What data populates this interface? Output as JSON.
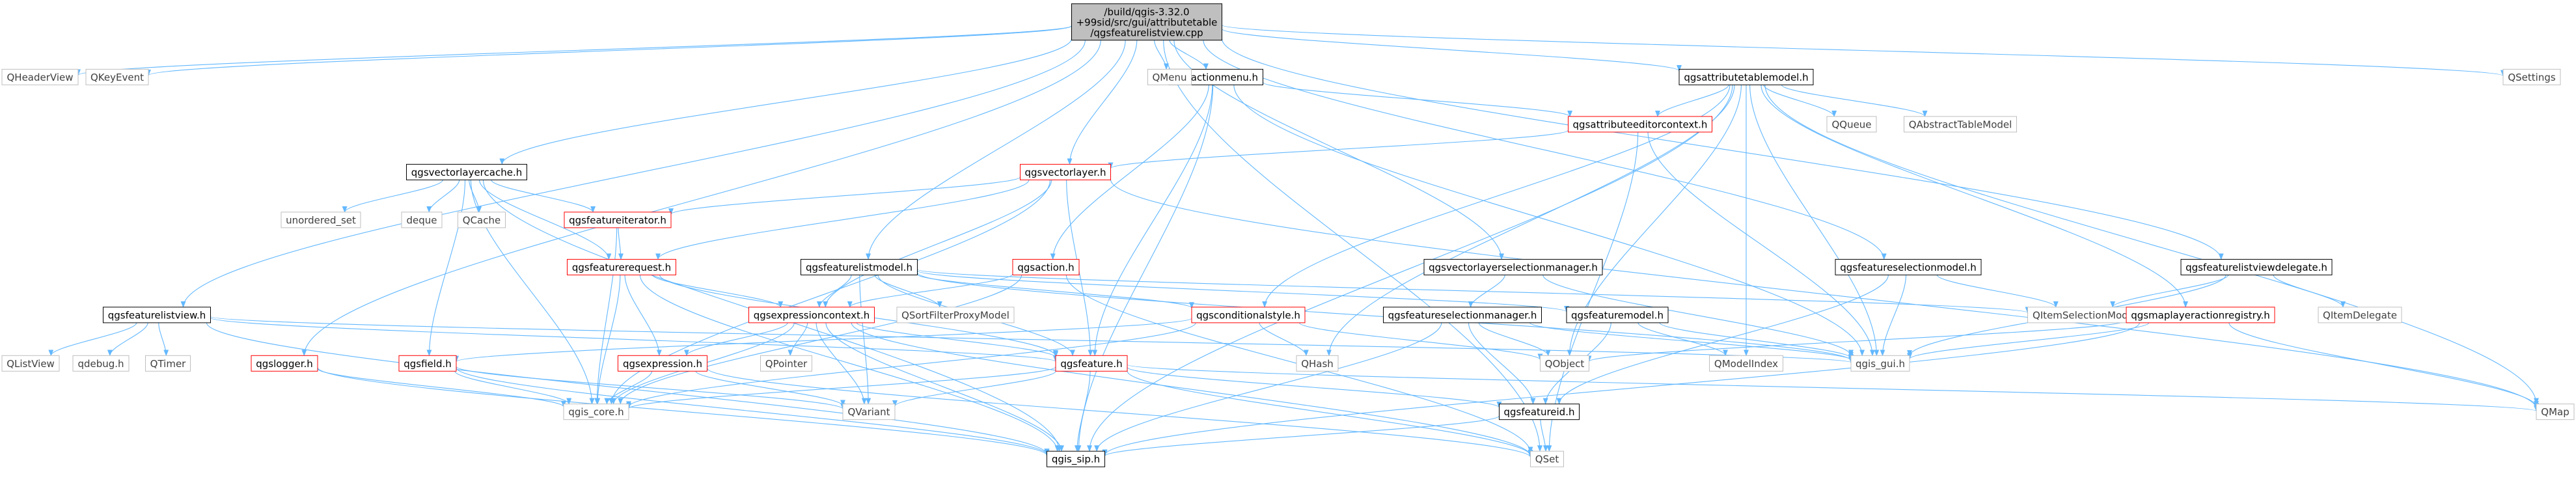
{
  "diagram": {
    "colors": {
      "edge": "#63b8ff",
      "box_stroke_linked": "#000000",
      "box_stroke_external": "#bfbfbf",
      "box_stroke_incomplete": "#ff0000",
      "root_fill": "#bfbfbf",
      "text_linked": "#000000",
      "text_external": "#404040"
    },
    "nodes": [
      {
        "id": "root",
        "lines": [
          "/build/qgis-3.32.0",
          "+99sid/src/gui/attributetable",
          "/qgsfeaturelistview.cpp"
        ],
        "kind": "root"
      },
      {
        "id": "qheaderview",
        "lines": [
          "QHeaderView"
        ],
        "kind": "external"
      },
      {
        "id": "qkeyevent",
        "lines": [
          "QKeyEvent"
        ],
        "kind": "external"
      },
      {
        "id": "qgsactionmenu_h",
        "lines": [
          "qgsactionmenu.h"
        ],
        "kind": "linked"
      },
      {
        "id": "qmenu",
        "lines": [
          "QMenu"
        ],
        "kind": "external"
      },
      {
        "id": "qgsattributetablemodel_h",
        "lines": [
          "qgsattributetablemodel.h"
        ],
        "kind": "linked"
      },
      {
        "id": "qsettings",
        "lines": [
          "QSettings"
        ],
        "kind": "external"
      },
      {
        "id": "qgsattributeeditorcontext_h",
        "lines": [
          "qgsattributeeditorcontext.h"
        ],
        "kind": "incomplete"
      },
      {
        "id": "qqueue",
        "lines": [
          "QQueue"
        ],
        "kind": "external"
      },
      {
        "id": "qabstracttablemodel",
        "lines": [
          "QAbstractTableModel"
        ],
        "kind": "external"
      },
      {
        "id": "qgsvectorlayer_h",
        "lines": [
          "qgsvectorlayer.h"
        ],
        "kind": "incomplete"
      },
      {
        "id": "qgsvectorlayercache_h",
        "lines": [
          "qgsvectorlayercache.h"
        ],
        "kind": "linked"
      },
      {
        "id": "unordered_set",
        "lines": [
          "unordered_set"
        ],
        "kind": "external"
      },
      {
        "id": "deque",
        "lines": [
          "deque"
        ],
        "kind": "external"
      },
      {
        "id": "qcache",
        "lines": [
          "QCache"
        ],
        "kind": "external"
      },
      {
        "id": "qgsfeatureiterator_h",
        "lines": [
          "qgsfeatureiterator.h"
        ],
        "kind": "incomplete"
      },
      {
        "id": "qgsfeaturerequest_h",
        "lines": [
          "qgsfeaturerequest.h"
        ],
        "kind": "incomplete"
      },
      {
        "id": "qgsfeaturelistmodel_h",
        "lines": [
          "qgsfeaturelistmodel.h"
        ],
        "kind": "linked"
      },
      {
        "id": "qgsaction_h",
        "lines": [
          "qgsaction.h"
        ],
        "kind": "incomplete"
      },
      {
        "id": "qgsvectorlayerselectionmanager_h",
        "lines": [
          "qgsvectorlayerselectionmanager.h"
        ],
        "kind": "linked"
      },
      {
        "id": "qgsfeatureselectionmodel_h",
        "lines": [
          "qgsfeatureselectionmodel.h"
        ],
        "kind": "linked"
      },
      {
        "id": "qgsfeaturelistviewdelegate_h",
        "lines": [
          "qgsfeaturelistviewdelegate.h"
        ],
        "kind": "linked"
      },
      {
        "id": "qgsfeaturelistview_h",
        "lines": [
          "qgsfeaturelistview.h"
        ],
        "kind": "linked"
      },
      {
        "id": "qgsexpressioncontext_h",
        "lines": [
          "qgsexpressioncontext.h"
        ],
        "kind": "incomplete"
      },
      {
        "id": "qsortfilterproxymodel",
        "lines": [
          "QSortFilterProxyModel"
        ],
        "kind": "external"
      },
      {
        "id": "qgsconditionalstyle_h",
        "lines": [
          "qgsconditionalstyle.h"
        ],
        "kind": "incomplete"
      },
      {
        "id": "qgsfeatureselectionmanager_h",
        "lines": [
          "qgsfeatureselectionmanager.h"
        ],
        "kind": "linked"
      },
      {
        "id": "qgsfeaturemodel_h",
        "lines": [
          "qgsfeaturemodel.h"
        ],
        "kind": "linked"
      },
      {
        "id": "qitemselectionmodel",
        "lines": [
          "QItemSelectionModel"
        ],
        "kind": "external"
      },
      {
        "id": "qgsmaplayeractionregistry_h",
        "lines": [
          "qgsmaplayeractionregistry.h"
        ],
        "kind": "incomplete"
      },
      {
        "id": "qitemdelegate",
        "lines": [
          "QItemDelegate"
        ],
        "kind": "external"
      },
      {
        "id": "qlistview",
        "lines": [
          "QListView"
        ],
        "kind": "external"
      },
      {
        "id": "qdebug_h",
        "lines": [
          "qdebug.h"
        ],
        "kind": "external"
      },
      {
        "id": "qtimer",
        "lines": [
          "QTimer"
        ],
        "kind": "external"
      },
      {
        "id": "qgslogger_h",
        "lines": [
          "qgslogger.h"
        ],
        "kind": "incomplete"
      },
      {
        "id": "qgsfield_h",
        "lines": [
          "qgsfield.h"
        ],
        "kind": "incomplete"
      },
      {
        "id": "qgsexpression_h",
        "lines": [
          "qgsexpression.h"
        ],
        "kind": "incomplete"
      },
      {
        "id": "qpointer",
        "lines": [
          "QPointer"
        ],
        "kind": "external"
      },
      {
        "id": "qgsfeature_h",
        "lines": [
          "qgsfeature.h"
        ],
        "kind": "incomplete"
      },
      {
        "id": "qhash",
        "lines": [
          "QHash"
        ],
        "kind": "external"
      },
      {
        "id": "qobject",
        "lines": [
          "QObject"
        ],
        "kind": "external"
      },
      {
        "id": "qmodelindex",
        "lines": [
          "QModelIndex"
        ],
        "kind": "external"
      },
      {
        "id": "qgis_gui_h",
        "lines": [
          "qgis_gui.h"
        ],
        "kind": "external"
      },
      {
        "id": "qgis_core_h",
        "lines": [
          "qgis_core.h"
        ],
        "kind": "external"
      },
      {
        "id": "qvariant",
        "lines": [
          "QVariant"
        ],
        "kind": "external"
      },
      {
        "id": "qgsfeatureid_h",
        "lines": [
          "qgsfeatureid.h"
        ],
        "kind": "linked"
      },
      {
        "id": "qmap",
        "lines": [
          "QMap"
        ],
        "kind": "external"
      },
      {
        "id": "qgis_sip_h",
        "lines": [
          "qgis_sip.h"
        ],
        "kind": "linked"
      },
      {
        "id": "qset",
        "lines": [
          "QSet"
        ],
        "kind": "external"
      }
    ],
    "edges": [
      [
        "root",
        "qheaderview"
      ],
      [
        "root",
        "qkeyevent"
      ],
      [
        "root",
        "qgsactionmenu_h"
      ],
      [
        "root",
        "qmenu"
      ],
      [
        "root",
        "qgsattributetablemodel_h"
      ],
      [
        "root",
        "qsettings"
      ],
      [
        "root",
        "qgsvectorlayer_h"
      ],
      [
        "root",
        "qgsvectorlayercache_h"
      ],
      [
        "root",
        "qgsfeaturelistmodel_h"
      ],
      [
        "root",
        "qgsvectorlayerselectionmanager_h"
      ],
      [
        "root",
        "qgsfeatureselectionmodel_h"
      ],
      [
        "root",
        "qgsfeaturelistviewdelegate_h"
      ],
      [
        "root",
        "qgsfeaturelistview_h"
      ],
      [
        "root",
        "qgslogger_h"
      ],
      [
        "root",
        "qset"
      ],
      [
        "qgsactionmenu_h",
        "qmenu"
      ],
      [
        "qgsactionmenu_h",
        "qgsattributeeditorcontext_h"
      ],
      [
        "qgsactionmenu_h",
        "qgsaction_h"
      ],
      [
        "qgsactionmenu_h",
        "qgsfeature_h"
      ],
      [
        "qgsactionmenu_h",
        "qgis_gui_h"
      ],
      [
        "qgsactionmenu_h",
        "qgis_sip_h"
      ],
      [
        "qgsattributetablemodel_h",
        "qgsattributeeditorcontext_h"
      ],
      [
        "qgsattributetablemodel_h",
        "qqueue"
      ],
      [
        "qgsattributetablemodel_h",
        "qabstracttablemodel"
      ],
      [
        "qgsattributetablemodel_h",
        "qgsconditionalstyle_h"
      ],
      [
        "qgsattributetablemodel_h",
        "qgsmaplayeractionregistry_h"
      ],
      [
        "qgsattributetablemodel_h",
        "qhash"
      ],
      [
        "qgsattributetablemodel_h",
        "qobject"
      ],
      [
        "qgsattributetablemodel_h",
        "qmodelindex"
      ],
      [
        "qgsattributetablemodel_h",
        "qgis_gui_h"
      ],
      [
        "qgsattributetablemodel_h",
        "qgis_sip_h"
      ],
      [
        "qgsattributetablemodel_h",
        "qmap"
      ],
      [
        "qgsattributeeditorcontext_h",
        "qgsvectorlayer_h"
      ],
      [
        "qgsattributeeditorcontext_h",
        "qgis_gui_h"
      ],
      [
        "qgsattributeeditorcontext_h",
        "qset"
      ],
      [
        "qgsvectorlayer_h",
        "qgsfeatureiterator_h"
      ],
      [
        "qgsvectorlayer_h",
        "qgsfeaturerequest_h"
      ],
      [
        "qgsvectorlayer_h",
        "qgsexpressioncontext_h"
      ],
      [
        "qgsvectorlayer_h",
        "qgsfeature_h"
      ],
      [
        "qgsvectorlayer_h",
        "qgis_core_h"
      ],
      [
        "qgsvectorlayer_h",
        "qmap"
      ],
      [
        "qgsvectorlayercache_h",
        "unordered_set"
      ],
      [
        "qgsvectorlayercache_h",
        "deque"
      ],
      [
        "qgsvectorlayercache_h",
        "qcache"
      ],
      [
        "qgsvectorlayercache_h",
        "qgsfeatureiterator_h"
      ],
      [
        "qgsvectorlayercache_h",
        "qgsfeaturerequest_h"
      ],
      [
        "qgsvectorlayercache_h",
        "qgsfield_h"
      ],
      [
        "qgsvectorlayercache_h",
        "qgis_core_h"
      ],
      [
        "qgsvectorlayercache_h",
        "qgis_sip_h"
      ],
      [
        "qgsfeatureiterator_h",
        "qgsfeaturerequest_h"
      ],
      [
        "qgsfeatureiterator_h",
        "qgis_core_h"
      ],
      [
        "qgsfeaturerequest_h",
        "qgsexpressioncontext_h"
      ],
      [
        "qgsfeaturerequest_h",
        "qgsexpression_h"
      ],
      [
        "qgsfeaturerequest_h",
        "qgsfeature_h"
      ],
      [
        "qgsfeaturerequest_h",
        "qgis_core_h"
      ],
      [
        "qgsfeaturerequest_h",
        "qgis_sip_h"
      ],
      [
        "qgsfeaturelistmodel_h",
        "qgsexpressioncontext_h"
      ],
      [
        "qgsfeaturelistmodel_h",
        "qsortfilterproxymodel"
      ],
      [
        "qgsfeaturelistmodel_h",
        "qgsconditionalstyle_h"
      ],
      [
        "qgsfeaturelistmodel_h",
        "qgsfeaturemodel_h"
      ],
      [
        "qgsfeaturelistmodel_h",
        "qitemselectionmodel"
      ],
      [
        "qgsfeaturelistmodel_h",
        "qgsfeature_h"
      ],
      [
        "qgsfeaturelistmodel_h",
        "qgis_gui_h"
      ],
      [
        "qgsfeaturelistmodel_h",
        "qvariant"
      ],
      [
        "qgsaction_h",
        "qgsexpressioncontext_h"
      ],
      [
        "qgsaction_h",
        "qgis_core_h"
      ],
      [
        "qgsaction_h",
        "qset"
      ],
      [
        "qgsvectorlayerselectionmanager_h",
        "qgsfeatureselectionmanager_h"
      ],
      [
        "qgsvectorlayerselectionmanager_h",
        "qgis_gui_h"
      ],
      [
        "qgsfeatureselectionmodel_h",
        "qitemselectionmodel"
      ],
      [
        "qgsfeatureselectionmodel_h",
        "qgis_gui_h"
      ],
      [
        "qgsfeatureselectionmodel_h",
        "qgsfeatureid_h"
      ],
      [
        "qgsfeaturelistviewdelegate_h",
        "qitemdelegate"
      ],
      [
        "qgsfeaturelistviewdelegate_h",
        "qitemselectionmodel"
      ],
      [
        "qgsfeaturelistviewdelegate_h",
        "qgis_gui_h"
      ],
      [
        "qgsfeaturelistview_h",
        "qlistview"
      ],
      [
        "qgsfeaturelistview_h",
        "qdebug_h"
      ],
      [
        "qgsfeaturelistview_h",
        "qtimer"
      ],
      [
        "qgsfeaturelistview_h",
        "qgsfeature_h"
      ],
      [
        "qgsfeaturelistview_h",
        "qgis_gui_h"
      ],
      [
        "qgsfeaturelistview_h",
        "qgis_sip_h"
      ],
      [
        "qgsexpressioncontext_h",
        "qpointer"
      ],
      [
        "qgsexpressioncontext_h",
        "qgsexpression_h"
      ],
      [
        "qgsexpressioncontext_h",
        "qgsfeature_h"
      ],
      [
        "qgsexpressioncontext_h",
        "qgis_core_h"
      ],
      [
        "qgsexpressioncontext_h",
        "qvariant"
      ],
      [
        "qgsexpressioncontext_h",
        "qgis_sip_h"
      ],
      [
        "qgsexpressioncontext_h",
        "qset"
      ],
      [
        "qgsconditionalstyle_h",
        "qgsfield_h"
      ],
      [
        "qgsconditionalstyle_h",
        "qhash"
      ],
      [
        "qgsconditionalstyle_h",
        "qobject"
      ],
      [
        "qgsconditionalstyle_h",
        "qgis_core_h"
      ],
      [
        "qgsfeatureselectionmanager_h",
        "qobject"
      ],
      [
        "qgsfeatureselectionmanager_h",
        "qgsfeatureid_h"
      ],
      [
        "qgsfeatureselectionmanager_h",
        "qgis_gui_h"
      ],
      [
        "qgsfeatureselectionmanager_h",
        "qgis_sip_h"
      ],
      [
        "qgsfeaturemodel_h",
        "qmodelindex"
      ],
      [
        "qgsfeaturemodel_h",
        "qgis_gui_h"
      ],
      [
        "qgsfeaturemodel_h",
        "qgsfeatureid_h"
      ],
      [
        "qgsmaplayeractionregistry_h",
        "qobject"
      ],
      [
        "qgsmaplayeractionregistry_h",
        "qgis_gui_h"
      ],
      [
        "qgsmaplayeractionregistry_h",
        "qmap"
      ],
      [
        "qgsmaplayeractionregistry_h",
        "qgis_sip_h"
      ],
      [
        "qgslogger_h",
        "qgis_core_h"
      ],
      [
        "qgslogger_h",
        "qgis_sip_h"
      ],
      [
        "qgsfield_h",
        "qgis_core_h"
      ],
      [
        "qgsfield_h",
        "qgis_sip_h"
      ],
      [
        "qgsfield_h",
        "qvariant"
      ],
      [
        "qgsexpression_h",
        "qgis_core_h"
      ],
      [
        "qgsexpression_h",
        "qvariant"
      ],
      [
        "qgsexpression_h",
        "qset"
      ],
      [
        "qgsfeature_h",
        "qgis_core_h"
      ],
      [
        "qgsfeature_h",
        "qgis_sip_h"
      ],
      [
        "qgsfeature_h",
        "qvariant"
      ],
      [
        "qgsfeature_h",
        "qgsfeatureid_h"
      ],
      [
        "qgsfeature_h",
        "qmap"
      ],
      [
        "qgsfeature_h",
        "qset"
      ],
      [
        "qgsfeatureid_h",
        "qgis_sip_h"
      ],
      [
        "qgsfeatureid_h",
        "qset"
      ]
    ]
  }
}
